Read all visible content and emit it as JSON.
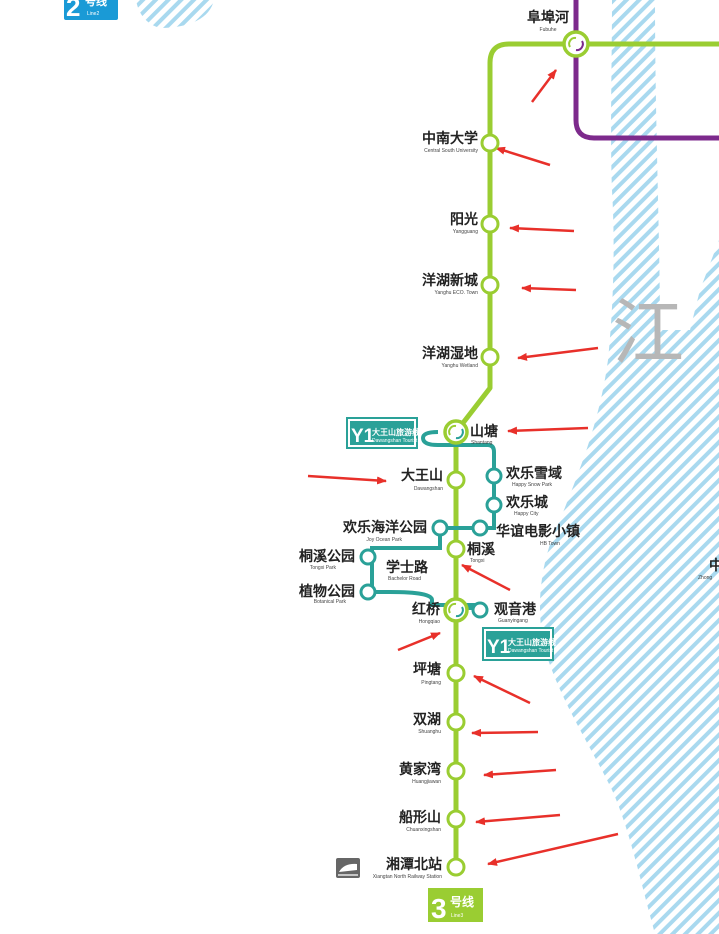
{
  "colors": {
    "line3": "#9acd32",
    "line4": "#7d2a8c",
    "tourist": "#2aa198",
    "line2": "#1a9ad6",
    "river": "#a9d9ef",
    "arrow": "#e8302a"
  },
  "river": {
    "label": "江"
  },
  "line3_badge": {
    "number": "3",
    "zh": "号线",
    "en": "Line3"
  },
  "line2_badge": {
    "number": "2",
    "zh": "号线",
    "en": "Line2"
  },
  "tourist_badge": {
    "code": "Y1",
    "zh": "大王山旅游线",
    "en": "Dawangshan Tourist"
  },
  "stations": [
    {
      "zh": "阜埠河",
      "en": "Fubuhe",
      "transfer": true
    },
    {
      "zh": "中南大学",
      "en": "Central South University"
    },
    {
      "zh": "阳光",
      "en": "Yangguang"
    },
    {
      "zh": "洋湖新城",
      "en": "Yanghu ECO. Town"
    },
    {
      "zh": "洋湖湿地",
      "en": "Yanghu Wetland"
    },
    {
      "zh": "山塘",
      "en": "Shantang",
      "transfer": true
    },
    {
      "zh": "大王山",
      "en": "Dawangshan"
    },
    {
      "zh": "桐溪",
      "en": "Tongxi"
    },
    {
      "zh": "红桥",
      "en": "Hongqiao",
      "transfer": true
    },
    {
      "zh": "坪塘",
      "en": "Pingtang"
    },
    {
      "zh": "双湖",
      "en": "Shuanghu"
    },
    {
      "zh": "黄家湾",
      "en": "Huangjiawan"
    },
    {
      "zh": "船形山",
      "en": "Chuanxingshan"
    },
    {
      "zh": "湘潭北站",
      "en": "Xiangtan North Railway Station"
    }
  ],
  "tourist_stations": [
    {
      "zh": "欢乐雪域",
      "en": "Happy Snow Park"
    },
    {
      "zh": "欢乐城",
      "en": "Happy City"
    },
    {
      "zh": "华谊电影小镇",
      "en": "HB Town"
    },
    {
      "zh": "欢乐海洋公园",
      "en": "Joy Ocean Park"
    },
    {
      "zh": "桐溪公园",
      "en": "Tongxi Park"
    },
    {
      "zh": "学士路",
      "en": "Bachelor Road"
    },
    {
      "zh": "植物公园",
      "en": "Botanical Park"
    },
    {
      "zh": "观音港",
      "en": "Guanyingang"
    }
  ],
  "edge_labels": [
    {
      "zh": "中",
      "en": "Zhong"
    }
  ]
}
